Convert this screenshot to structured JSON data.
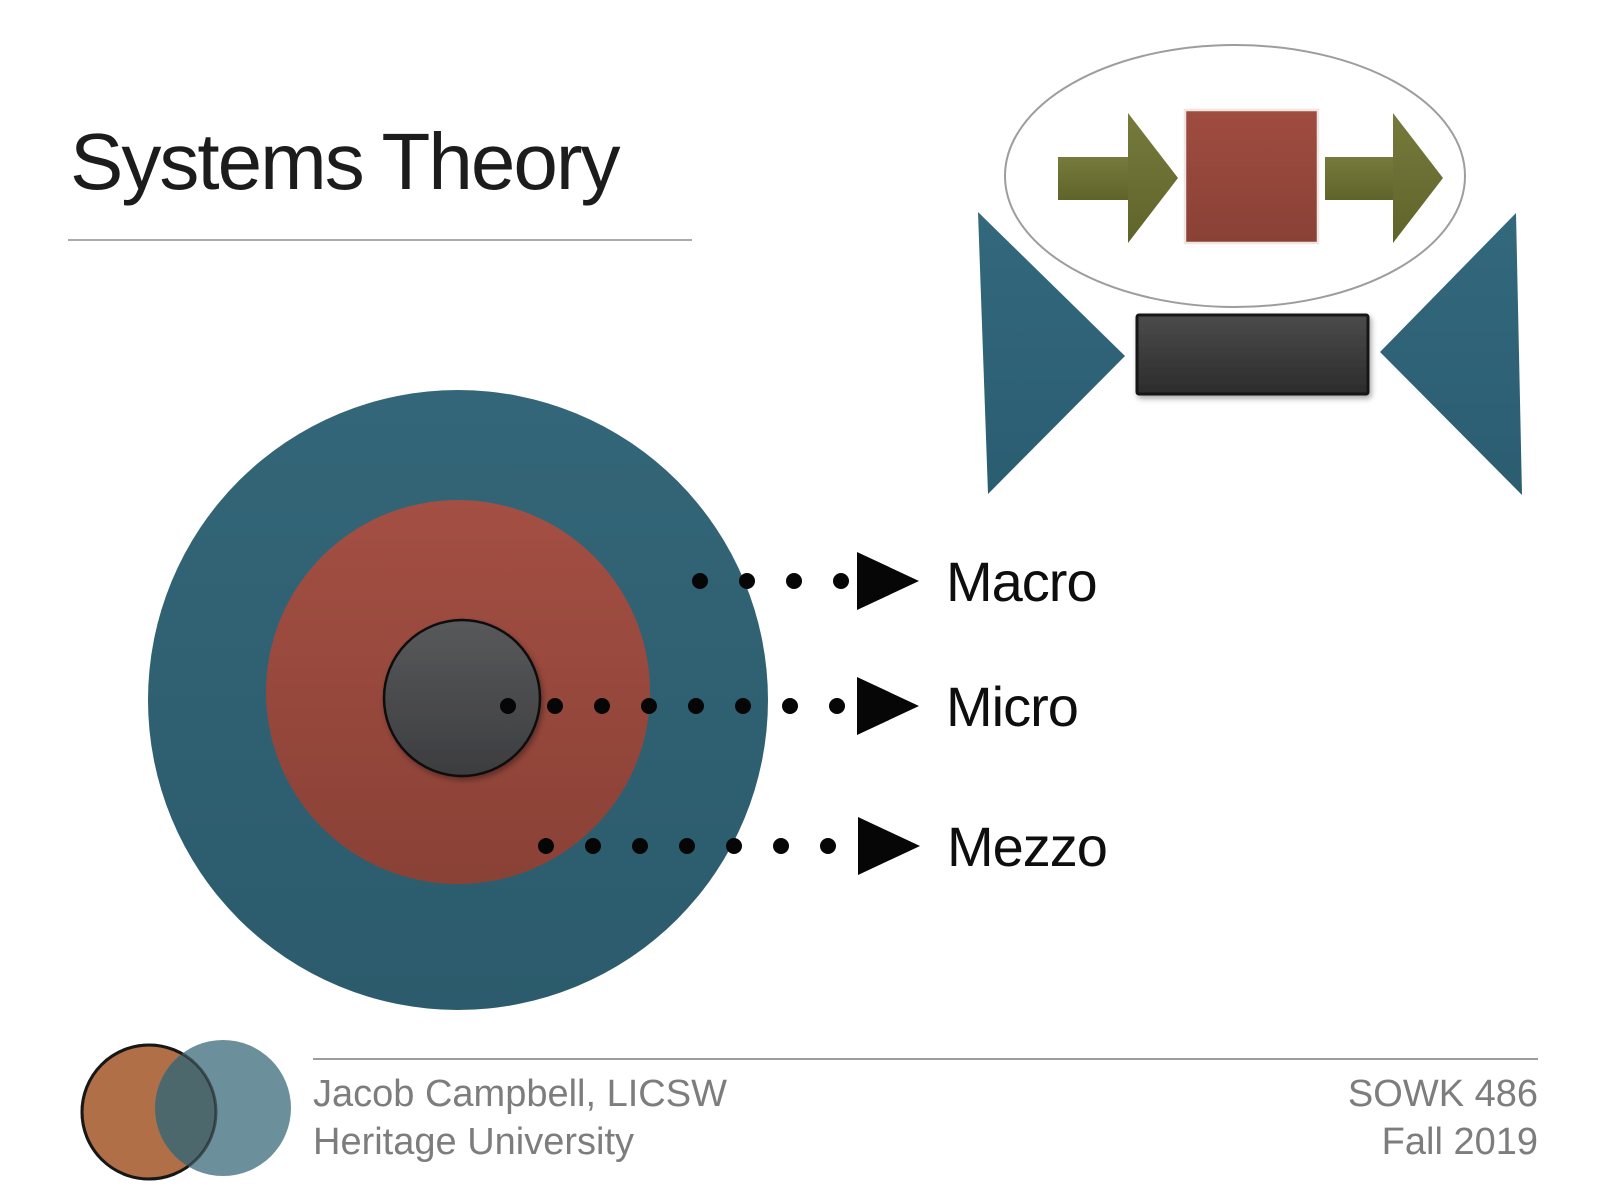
{
  "slide_title": {
    "text": "Systems Theory"
  },
  "diagram": {
    "description_levels": [
      {
        "label": "Macro",
        "ring": "outer",
        "ring_color": "#2F6072",
        "dots": 4
      },
      {
        "label": "Micro",
        "ring": "inner",
        "ring_color": "#47484A",
        "dots": 8
      },
      {
        "label": "Mezzo",
        "ring": "middle",
        "ring_color": "#9B4A3E",
        "dots": 7
      }
    ]
  },
  "footer": {
    "author": "Jacob Campbell, LICSW",
    "institution": "Heritage University",
    "course": "SOWK 486",
    "term": "Fall 2019"
  },
  "palette": {
    "outer_ring_teal": "#2F6072",
    "middle_ring_red": "#9B4A3E",
    "inner_core_gray": "#47484A",
    "arrow_olive": "#6E7233",
    "feedback_triangle_teal": "#2F6479",
    "feedback_box_dark": "#3A3A3A",
    "system_box_red": "#9A4A3E",
    "logo_orange": "#B06F46",
    "logo_blue_gray": "#6B8F9B",
    "footer_text_gray": "#7D7D7D",
    "rule_gray": "#ABABAB"
  }
}
